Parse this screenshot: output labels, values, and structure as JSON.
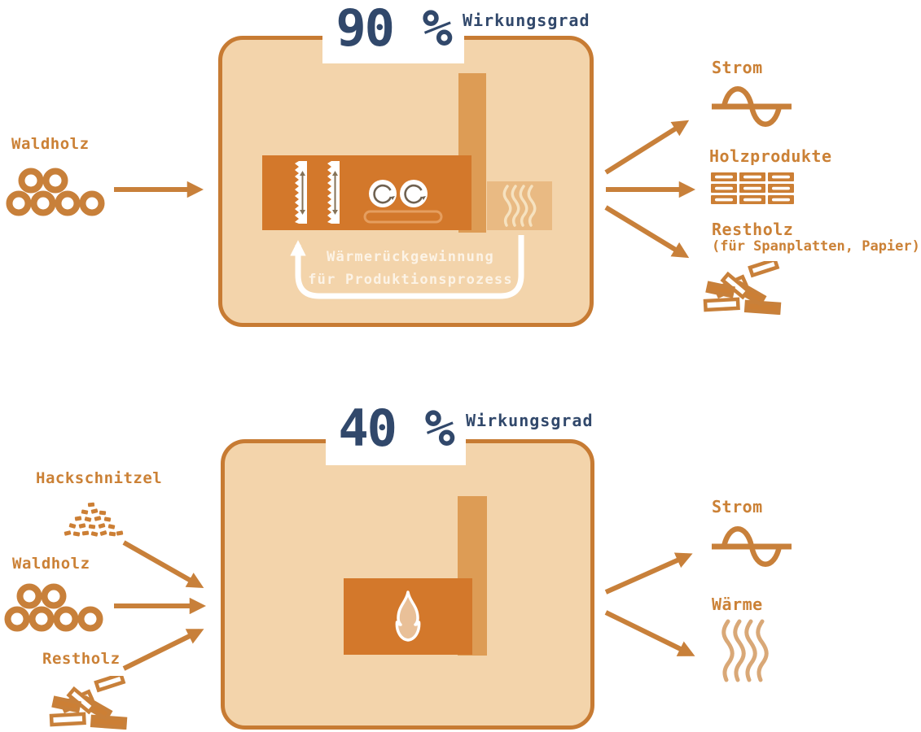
{
  "top": {
    "efficiency": "90 %",
    "efficiency_label": "Wirkungsgrad",
    "input_waldholz": "Waldholz",
    "heat_recovery_line1": "Wärmerückgewinnung",
    "heat_recovery_line2": "für Produktionsprozess",
    "output_strom": "Strom",
    "output_holzprodukte": "Holzprodukte",
    "output_restholz": "Restholz",
    "output_restholz_note": "(für Spanplatten, Papier)"
  },
  "bottom": {
    "efficiency": "40 %",
    "efficiency_label": "Wirkungsgrad",
    "input_hackschnitzel": "Hackschnitzel",
    "input_waldholz": "Waldholz",
    "input_restholz": "Restholz",
    "output_strom": "Strom",
    "output_waerme": "Wärme"
  },
  "icons": {
    "waldholz": "log-pile-icon",
    "hackschnitzel": "wood-chips-icon",
    "restholz": "scrap-wood-pile-icon",
    "strom": "sine-wave-icon",
    "holzprodukte": "stacked-planks-icon",
    "waerme": "heat-waves-icon",
    "plant_90": "sawmill-machine-with-heat-recovery-icon",
    "plant_40": "furnace-flame-icon"
  },
  "colors": {
    "navy": "#31486b",
    "accent_orange": "#c8803a",
    "label_orange": "#cb8136",
    "box_fill": "#f3d4ab",
    "box_border": "#c77b33",
    "machine_dark_orange": "#d3782b",
    "chimney_orange": "#dd9c55",
    "pale_block": "#e9ba83",
    "heat_wave_tan": "#d9a877",
    "white": "#ffffff"
  }
}
